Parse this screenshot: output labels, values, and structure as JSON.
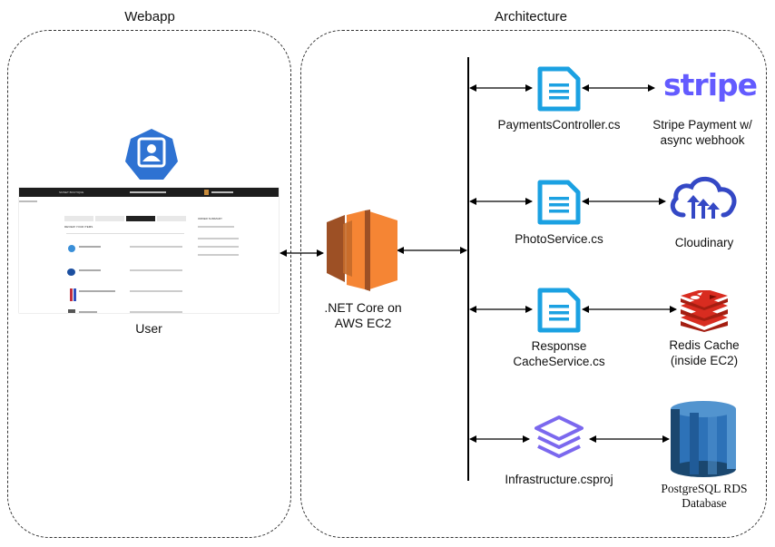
{
  "groups": {
    "webapp": "Webapp",
    "architecture": "Architecture"
  },
  "webapp": {
    "user_label": "User",
    "screenshot": {
      "brand": "SKINET BOUTIQUE",
      "tabs": [
        "Address",
        "Delivery",
        "Review",
        "Payment"
      ],
      "active_tab": "Review",
      "section_title": "REVIEW YOUR ITEMS",
      "summary_title": "ORDER SUMMARY"
    }
  },
  "server": {
    "label_line1": ".NET Core on",
    "label_line2": "AWS EC2"
  },
  "components": [
    {
      "name": "PaymentsController.cs",
      "icon": "document-icon"
    },
    {
      "name": "PhotoService.cs",
      "icon": "document-icon"
    },
    {
      "name_line1": "Response",
      "name_line2": "CacheService.cs",
      "icon": "document-icon"
    },
    {
      "name": "Infrastructure.csproj",
      "icon": "layers-icon"
    }
  ],
  "externals": [
    {
      "logo_text": "stripe",
      "label_line1": "Stripe Payment w/",
      "label_line2": "async webhook",
      "icon": "stripe-logo"
    },
    {
      "label": "Cloudinary",
      "icon": "cloudinary-icon"
    },
    {
      "label_line1": "Redis Cache",
      "label_line2": "(inside EC2)",
      "icon": "redis-icon"
    },
    {
      "label_line1": "PostgreSQL RDS",
      "label_line2": "Database",
      "icon": "rds-database-icon"
    }
  ],
  "colors": {
    "doc_icon": "#1ba1e2",
    "aws_orange": "#f58534",
    "stripe": "#635bff",
    "cloudinary": "#3448c5",
    "redis": "#d82c20",
    "rds": "#2d72b8",
    "layers": "#7b68ee",
    "user_icon": "#2e72d2"
  }
}
